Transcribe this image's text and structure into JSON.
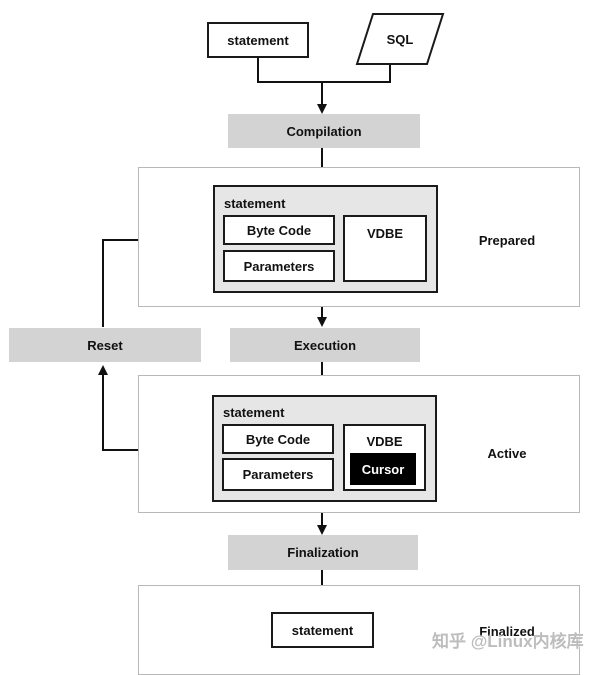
{
  "inputs": {
    "statement": "statement",
    "sql": "SQL"
  },
  "stages": {
    "compilation": "Compilation",
    "execution": "Execution",
    "finalization": "Finalization",
    "reset": "Reset"
  },
  "prepared": {
    "state": "Prepared",
    "statement": "statement",
    "byte_code": "Byte Code",
    "parameters": "Parameters",
    "vdbe": "VDBE"
  },
  "active": {
    "state": "Active",
    "statement": "statement",
    "byte_code": "Byte Code",
    "parameters": "Parameters",
    "vdbe": "VDBE",
    "cursor": "Cursor"
  },
  "finalized": {
    "state": "Finalized",
    "statement": "statement"
  },
  "watermark": "知乎 @Linux内核库"
}
